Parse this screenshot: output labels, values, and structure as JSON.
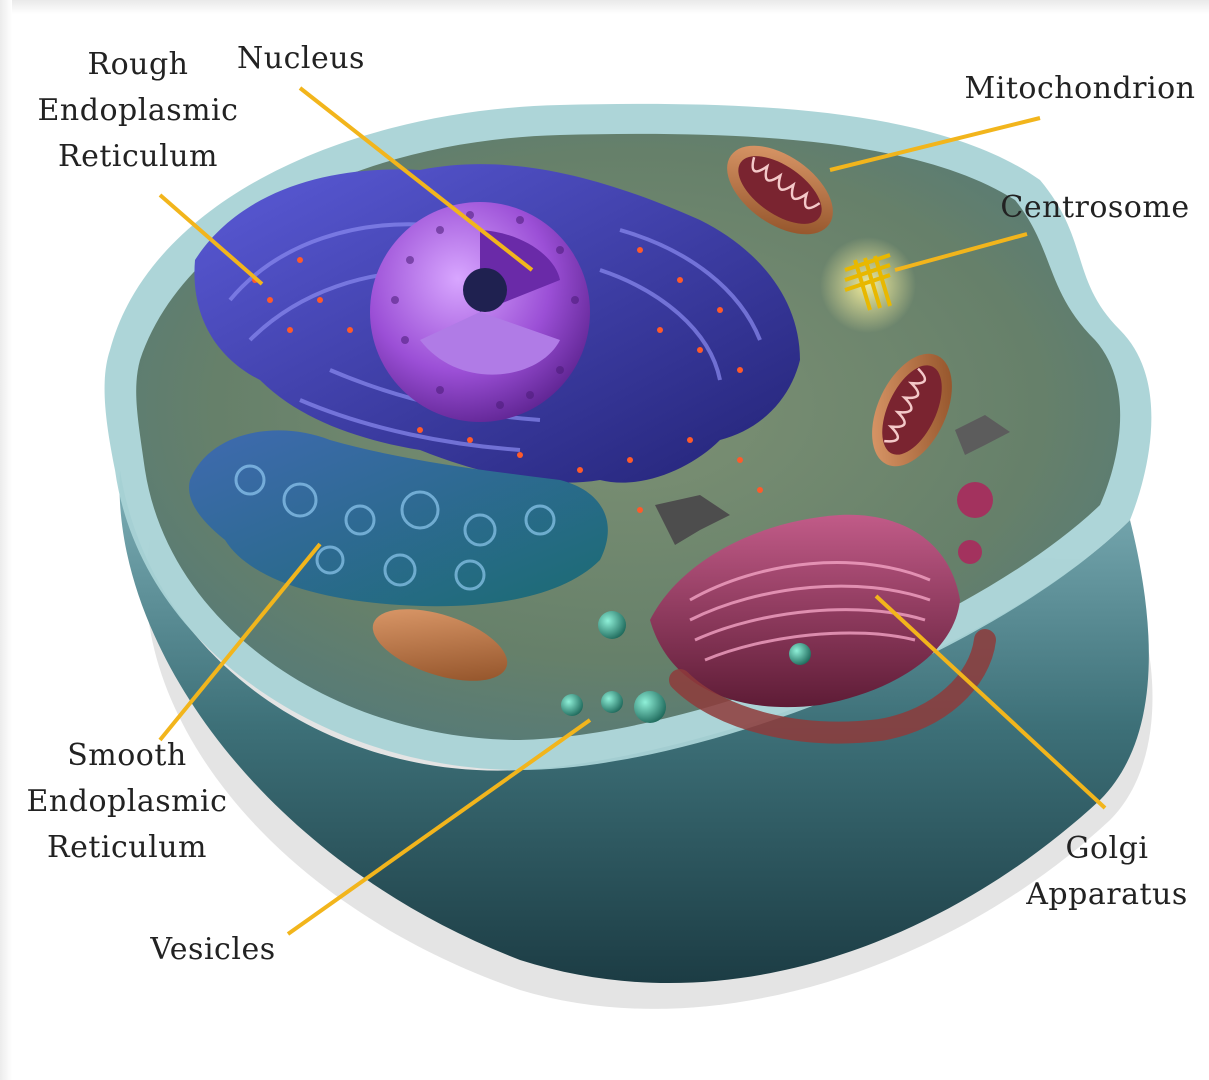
{
  "diagram": {
    "labels": {
      "rough_er": [
        "Rough",
        "Endoplasmic",
        "Reticulum"
      ],
      "nucleus": [
        "Nucleus"
      ],
      "mitochondrion": [
        "Mitochondrion"
      ],
      "centrosome": [
        "Centrosome"
      ],
      "smooth_er": [
        "Smooth",
        "Endoplasmic",
        "Reticulum"
      ],
      "golgi": [
        "Golgi",
        "Apparatus"
      ],
      "vesicles": [
        "Vesicles"
      ]
    },
    "colors": {
      "leader_line": "#f2b51c",
      "cytoplasm": "#6f8a6d",
      "membrane": "#9fc9cc",
      "rough_er": "#3a3aa8",
      "nucleus": "#9b4fd6",
      "smooth_er": "#2c4f8c",
      "golgi": "#8e2f52",
      "mitochondrion": "#b5673a",
      "centrosome": "#f0d24a",
      "vesicle": "#2e8a78"
    }
  }
}
